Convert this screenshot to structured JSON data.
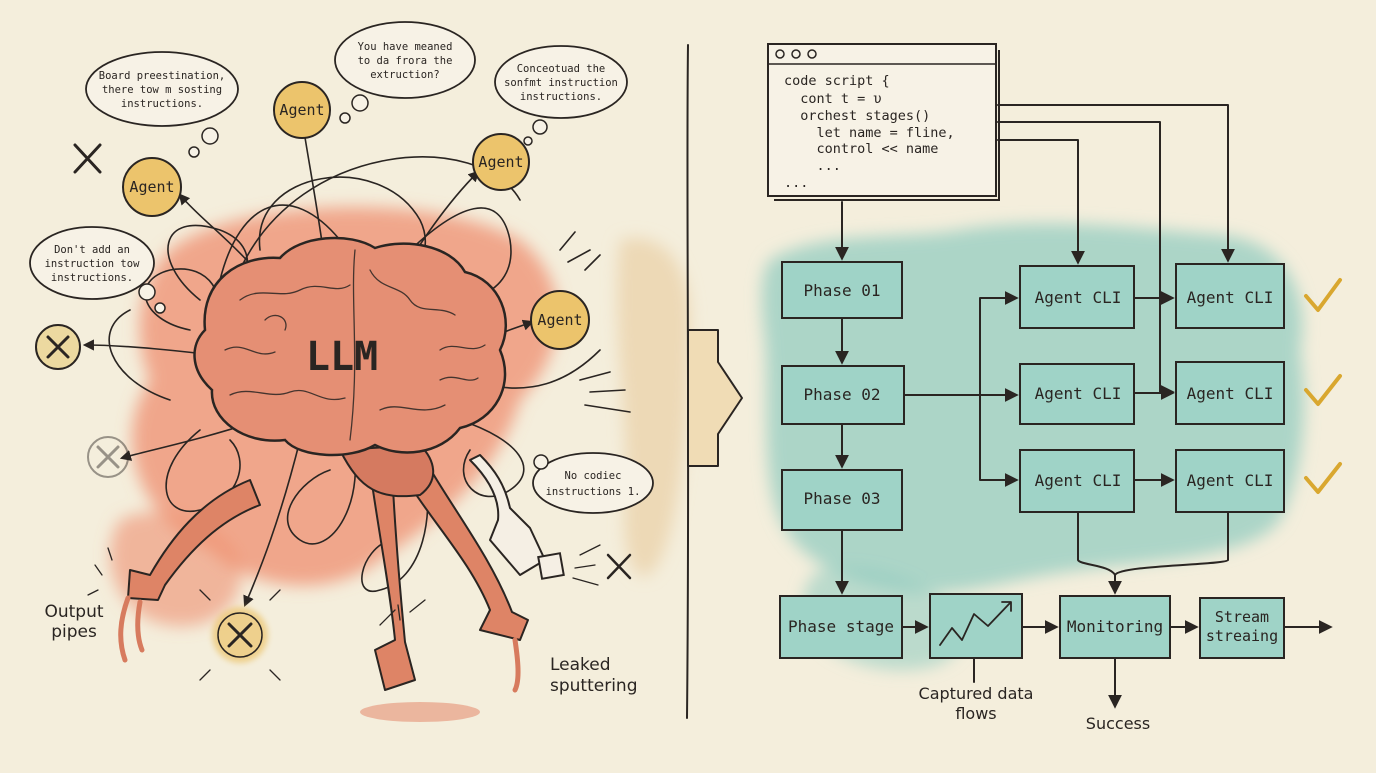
{
  "left_panel": {
    "center_label": "LLM",
    "agents": [
      "Agent",
      "Agent",
      "Agent",
      "Agent"
    ],
    "bubbles": [
      [
        "Board preestination,",
        "there tow m sosting",
        "instructions."
      ],
      [
        "You have meaned",
        "to da frora the",
        "extruction?"
      ],
      [
        "Conceotuad the",
        "sonfmt instruction",
        "instructions."
      ],
      [
        "Don't add an",
        "instruction tow",
        "instructions."
      ],
      [
        "No codiec",
        "instructions 1."
      ]
    ],
    "labels": {
      "output_pipes": [
        "Output",
        "pipes"
      ],
      "leaked": [
        "Leaked",
        "sputtering"
      ]
    }
  },
  "right_panel": {
    "code": [
      "code script {",
      "  cont t = υ",
      "  orchest stages()",
      "    let name = fline,",
      "    control << name",
      "    ...",
      "..."
    ],
    "phases": [
      "Phase 01",
      "Phase 02",
      "Phase 03"
    ],
    "agent_cli": "Agent CLI",
    "bottom": {
      "phase_stage": "Phase stage",
      "monitoring": "Monitoring",
      "stream": [
        "Stream",
        "streaing"
      ]
    },
    "labels": {
      "captured": [
        "Captured data",
        "flows"
      ],
      "success": "Success"
    }
  },
  "colors": {
    "background": "#f4eedc",
    "brain": "#e58f74",
    "splash_red": "#ef8f70",
    "splash_teal": "#8dcbbf",
    "agent_fill": "#ecc46c",
    "box_fill": "#9fd3c7",
    "check": "#d9a72f",
    "ink": "#2a2522"
  }
}
